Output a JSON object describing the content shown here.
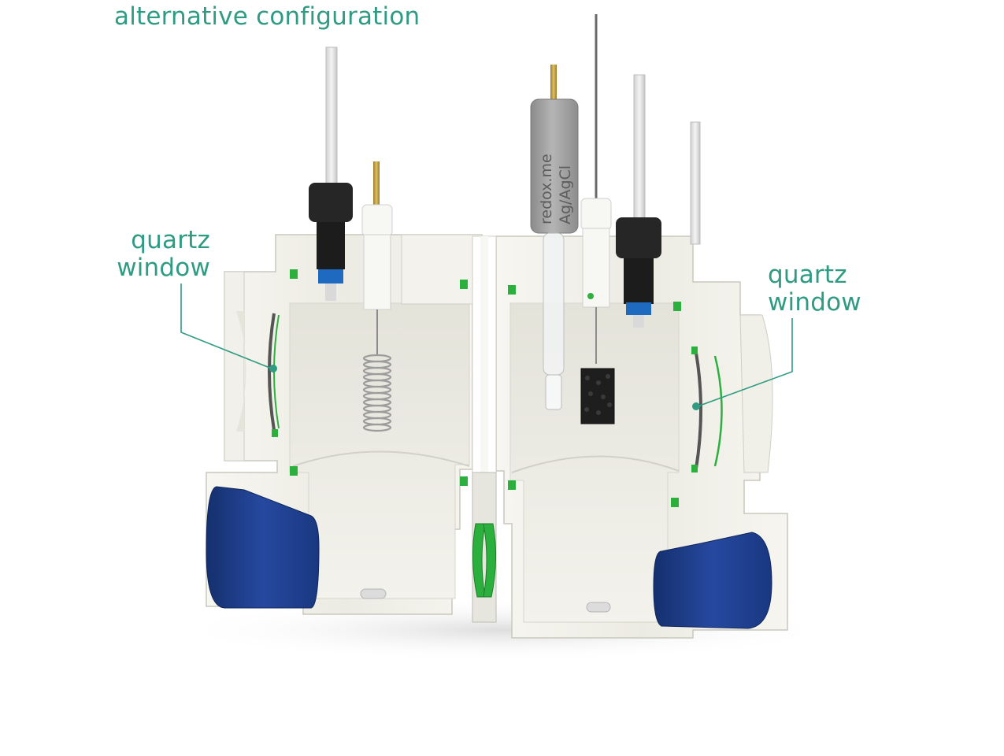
{
  "title": "alternative configuration",
  "labels": {
    "left_window_line1": "quartz",
    "left_window_line2": "window",
    "right_window_line1": "quartz",
    "right_window_line2": "window"
  },
  "electrode": {
    "brand": "redox.me",
    "type": "Ag/AgCl"
  },
  "colors": {
    "accent": "#2e9b82",
    "cell_body": "#efeee7",
    "cap_blue": "#1f3f8c",
    "seal_green": "#2bb03e",
    "knob_dark": "#222222",
    "reference_gray": "#9a9a9a"
  }
}
